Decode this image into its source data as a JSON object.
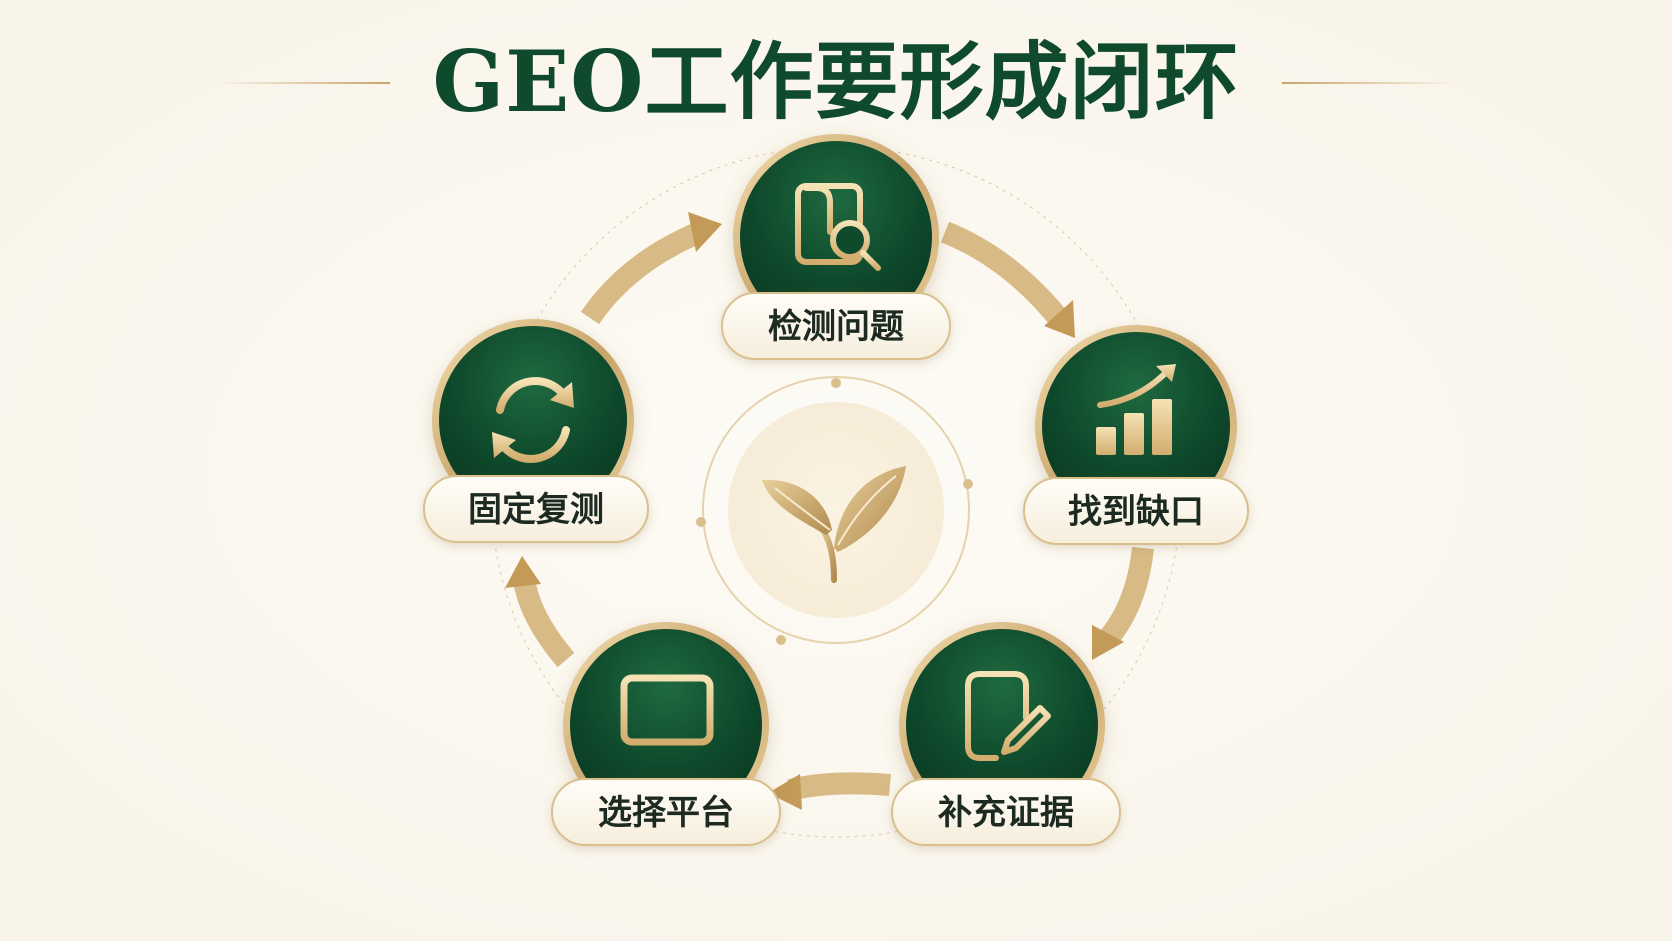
{
  "title": "GEO工作要形成闭环",
  "colors": {
    "background": "#f8f3e8",
    "title": "#0f4a2c",
    "node_green": "#0f4a2c",
    "gold": "#c9a46a",
    "label_text": "#1d2a22"
  },
  "center_icon": "sprout-icon",
  "steps": [
    {
      "id": "detect",
      "label": "检测问题",
      "icon": "document-search-icon"
    },
    {
      "id": "gap",
      "label": "找到缺口",
      "icon": "bar-chart-trend-icon"
    },
    {
      "id": "evidence",
      "label": "补充证据",
      "icon": "document-edit-icon"
    },
    {
      "id": "platform",
      "label": "选择平台",
      "icon": "monitor-icon"
    },
    {
      "id": "retest",
      "label": "固定复测",
      "icon": "refresh-icon"
    }
  ]
}
